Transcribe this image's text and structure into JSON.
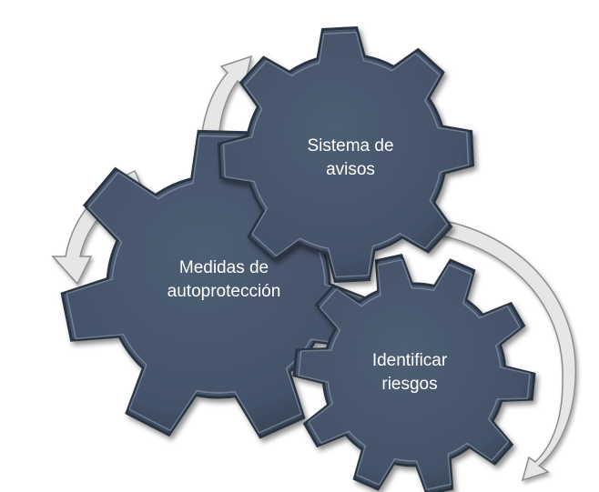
{
  "gears": [
    {
      "id": "sistema",
      "lines": [
        "Sistema de",
        "avisos"
      ]
    },
    {
      "id": "medidas",
      "lines": [
        "Medidas de",
        "autoprotección"
      ]
    },
    {
      "id": "identificar",
      "lines": [
        "Identificar",
        "riesgos"
      ]
    }
  ],
  "colors": {
    "gear_fill": "#47566a",
    "gear_dark": "#2a3442",
    "gear_highlight": "#9aa6b6",
    "arrow_fill": "#e6e6e6",
    "arrow_stroke": "#8c8c8c",
    "text": "#ffffff"
  }
}
